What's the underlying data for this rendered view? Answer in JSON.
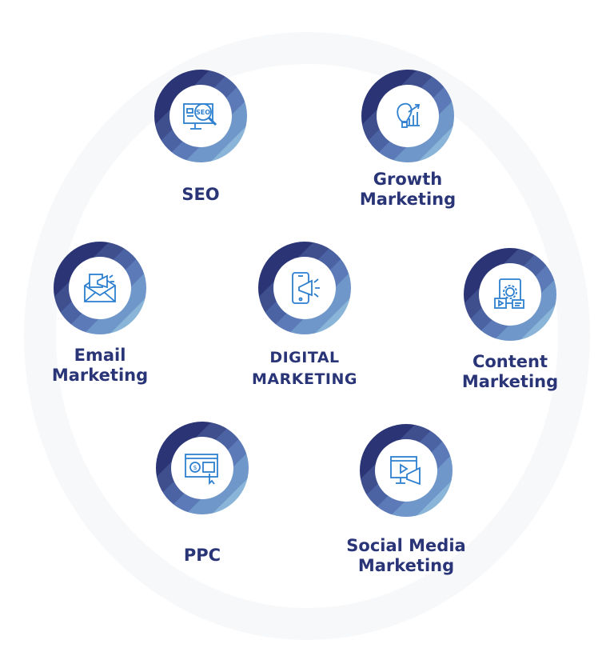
{
  "center": {
    "line1": "DIGITAL",
    "line2": "MARKETING",
    "icon": "phone-megaphone-icon"
  },
  "services": [
    {
      "id": "seo",
      "line1": "SEO",
      "line2": "",
      "icon": "seo-monitor-magnifier-icon"
    },
    {
      "id": "growth",
      "line1": "Growth",
      "line2": "Marketing",
      "icon": "lightbulb-growth-chart-icon"
    },
    {
      "id": "email",
      "line1": "Email",
      "line2": "Marketing",
      "icon": "envelope-megaphone-icon"
    },
    {
      "id": "content",
      "line1": "Content",
      "line2": "Marketing",
      "icon": "content-gear-video-icon"
    },
    {
      "id": "ppc",
      "line1": "PPC",
      "line2": "",
      "icon": "ppc-browser-dollar-icon"
    },
    {
      "id": "social",
      "line1": "Social Media",
      "line2": "Marketing",
      "icon": "video-megaphone-icon"
    }
  ],
  "colors": {
    "text": "#2a3578",
    "ring_dark": "#2b3575",
    "ring_light": "#8ab5d8",
    "icon": "#2d7fd0"
  }
}
